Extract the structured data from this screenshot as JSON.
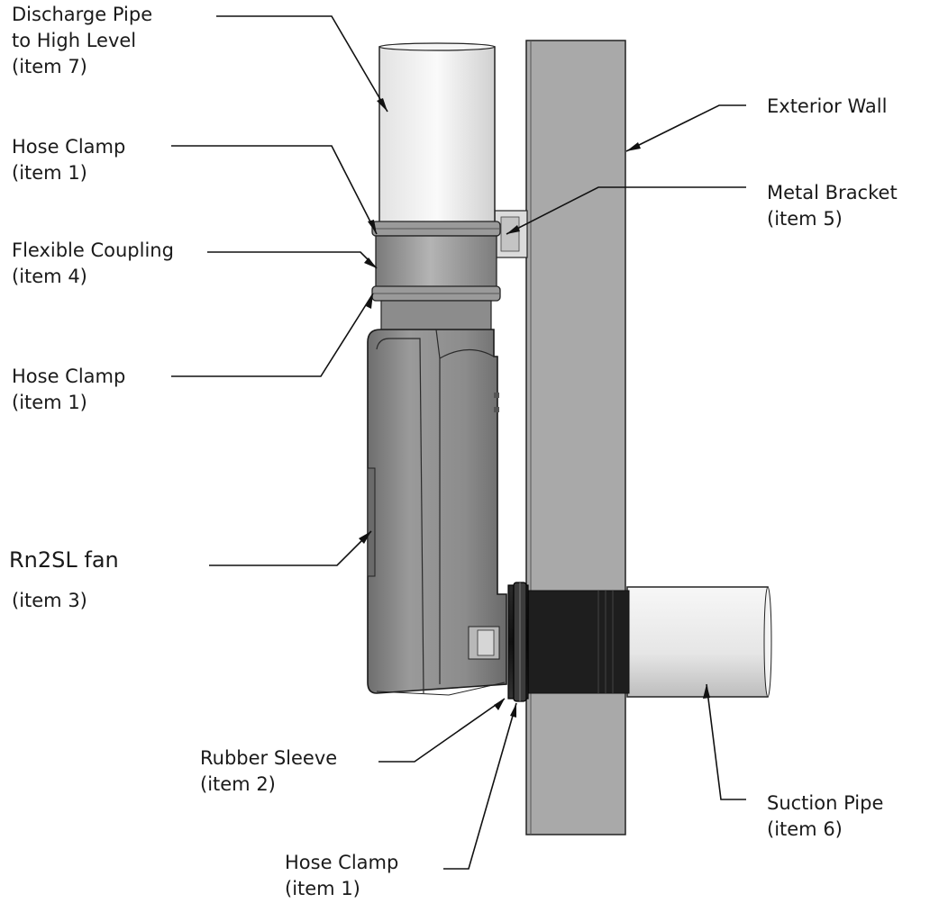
{
  "labels": {
    "discharge_pipe": [
      "Discharge Pipe",
      "to High Level",
      "(item 7)"
    ],
    "hose_clamp_top": [
      "Hose Clamp",
      "(item 1)"
    ],
    "flexible_coupling": [
      "Flexible Coupling",
      "(item 4)"
    ],
    "hose_clamp_mid": [
      "Hose Clamp",
      "(item 1)"
    ],
    "fan_name": "Rn2SL fan",
    "fan_item": "(item 3)",
    "exterior_wall": "Exterior Wall",
    "metal_bracket": [
      "Metal Bracket",
      "(item 5)"
    ],
    "rubber_sleeve": [
      "Rubber Sleeve",
      "(item 2)"
    ],
    "suction_pipe": [
      "Suction Pipe",
      "(item 6)"
    ],
    "hose_clamp_bottom": [
      "Hose Clamp",
      "(item 1)"
    ]
  },
  "colors": {
    "wall": "#a9a9a9",
    "pipe": "#ededed",
    "fan_body": "#8a8a8a",
    "sleeve": "#1c1c1c",
    "line": "#111111"
  }
}
